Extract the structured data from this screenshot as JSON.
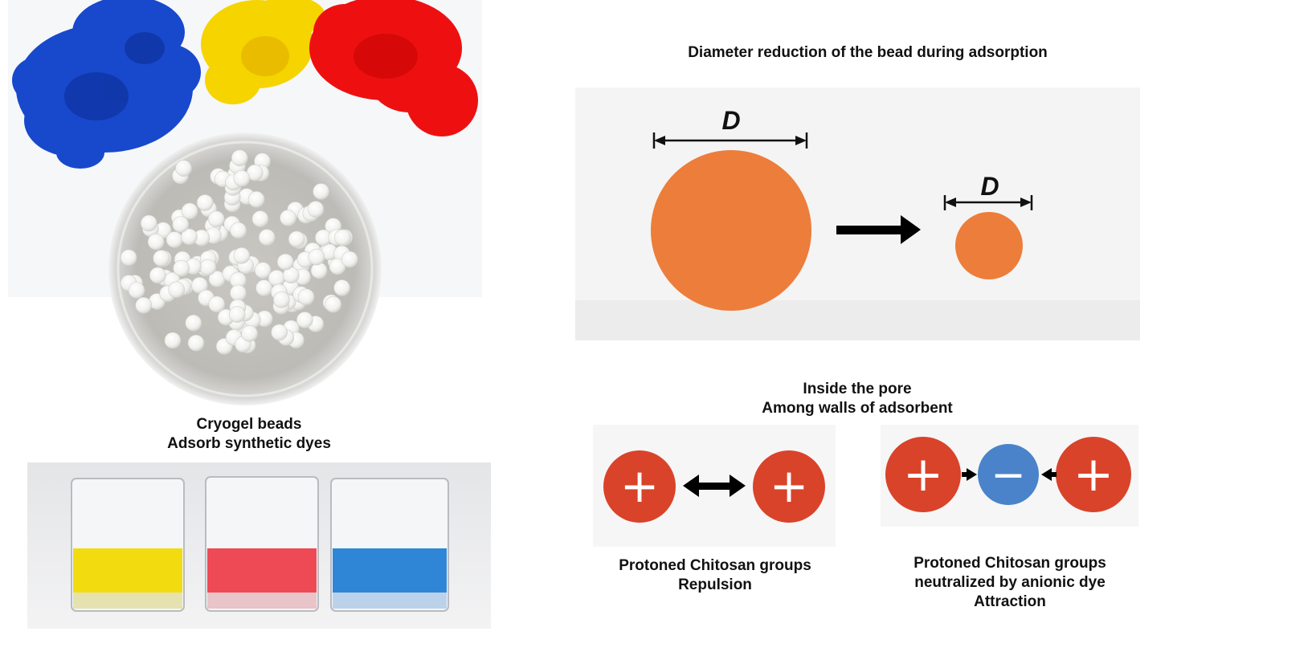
{
  "left": {
    "beads_caption": {
      "line1": "Cryogel beads",
      "line2": "Adsorb synthetic dyes"
    },
    "ink_colors": [
      "#1a4fd0",
      "#f5d800",
      "#ee1111"
    ],
    "glass_colors": [
      "#f2dc10",
      "#ee4a55",
      "#2f86d6"
    ]
  },
  "right": {
    "title": "Diameter reduction of the bead during adsorption",
    "bead_large_label": "D",
    "bead_small_label": "D",
    "bead_color": "#ed7d3a",
    "pore_title": {
      "line1": "Inside the pore",
      "line2": "Among walls of adsorbent"
    },
    "repulsion": {
      "left_symbol": "+",
      "right_symbol": "+",
      "caption": {
        "line1": "Protoned Chitosan groups",
        "line2": "Repulsion"
      }
    },
    "attraction": {
      "left_symbol": "+",
      "middle_symbol": "−",
      "right_symbol": "+",
      "caption": {
        "line1": "Protoned Chitosan groups",
        "line2": "neutralized by anionic dye",
        "line3": "Attraction"
      }
    },
    "positive_color": "#d9432a",
    "negative_color": "#4a83c9"
  }
}
